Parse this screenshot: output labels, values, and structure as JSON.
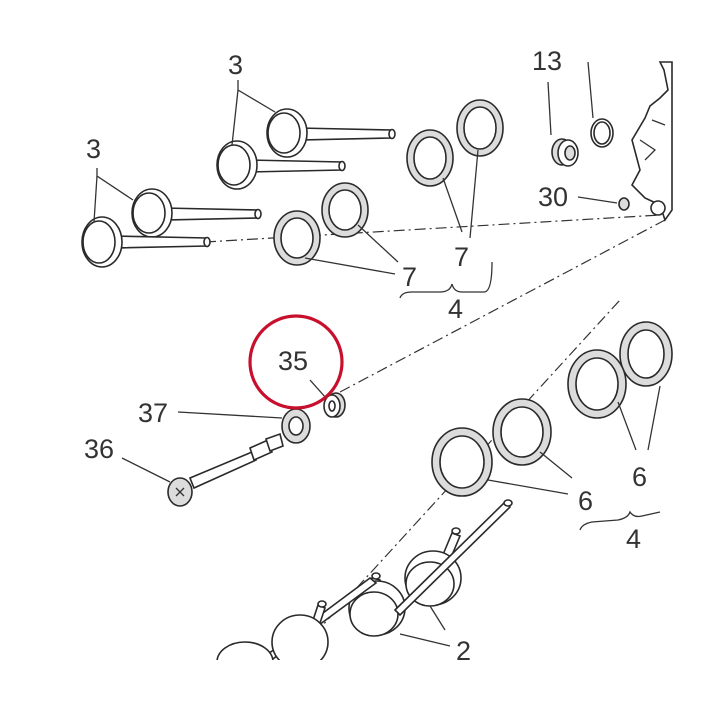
{
  "labels": {
    "valve_top": "3",
    "valve_left": "3",
    "part_13": "13",
    "part_30": "30",
    "seal_7a": "7",
    "seal_7b": "7",
    "group_4_top": "4",
    "part_35": "35",
    "part_37": "37",
    "part_36": "36",
    "seal_6a": "6",
    "seal_6b": "6",
    "group_4_right": "4",
    "part_2": "2"
  },
  "colors": {
    "highlight_circle": "#c8102e",
    "line": "#333333"
  }
}
